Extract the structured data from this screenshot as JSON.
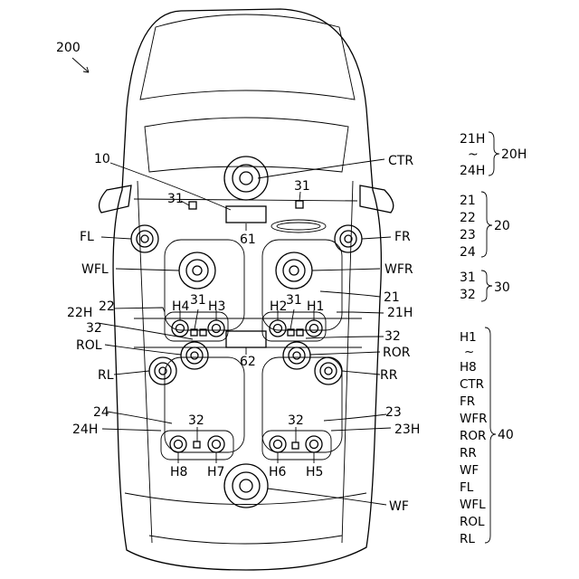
{
  "figure_ref": "200",
  "components": {
    "controller": "10",
    "seat_fr": "21",
    "seat_fl": "22",
    "seat_rr": "23",
    "seat_rl": "24",
    "sensor_31": "31",
    "sensor_32": "32",
    "display_61": "61",
    "display_62": "62"
  },
  "speakers": {
    "CTR": "CTR",
    "FL": "FL",
    "FR": "FR",
    "WFL": "WFL",
    "WFR": "WFR",
    "ROL": "ROL",
    "ROR": "ROR",
    "RL": "RL",
    "RR": "RR",
    "WF": "WF"
  },
  "headrest_speakers": [
    "H1",
    "H2",
    "H3",
    "H4",
    "H5",
    "H6",
    "H7",
    "H8"
  ],
  "headrest_groups": {
    "22H": "22H",
    "21H": "21H",
    "24H": "24H",
    "23H": "23H"
  },
  "legend": {
    "g20H": {
      "top": "21H",
      "tilde": "~",
      "bottom": "24H",
      "group": "20H"
    },
    "g20": {
      "items": [
        "21",
        "22",
        "23",
        "24"
      ],
      "group": "20"
    },
    "g30": {
      "items": [
        "31",
        "32"
      ],
      "group": "30"
    },
    "g40": {
      "items": [
        "H1",
        "~",
        "H8",
        "CTR",
        "FR",
        "WFR",
        "ROR",
        "RR",
        "WF",
        "FL",
        "WFL",
        "ROL",
        "RL"
      ],
      "group": "40"
    }
  }
}
